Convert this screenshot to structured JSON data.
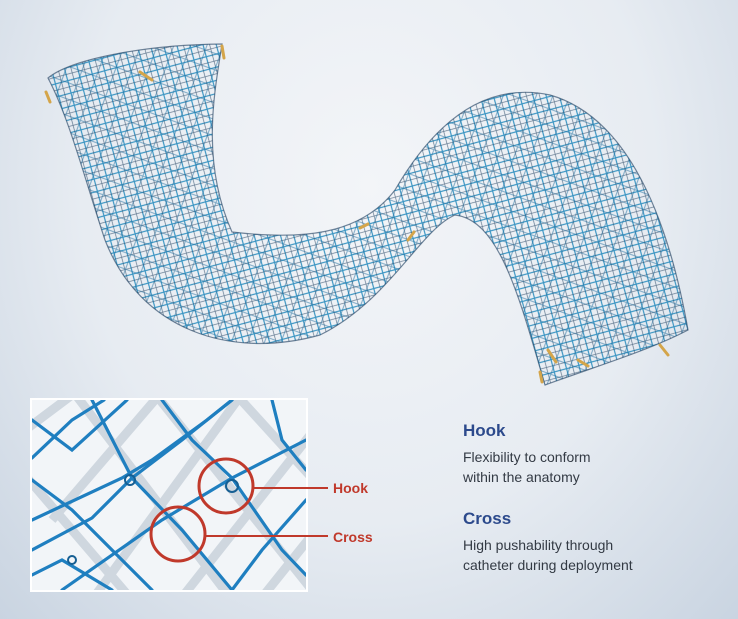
{
  "callouts": {
    "hook_label": "Hook",
    "cross_label": "Cross"
  },
  "features": [
    {
      "title": "Hook",
      "description_line1": "Flexibility to conform",
      "description_line2": "within the anatomy"
    },
    {
      "title": "Cross",
      "description_line1": "High pushability through",
      "description_line2": "catheter during deployment"
    }
  ],
  "colors": {
    "wire_blue": "#2f8fbf",
    "wire_dark": "#1a3a5c",
    "marker_gold": "#d4a54a",
    "callout_red": "#c0392b",
    "heading_blue": "#2c4a8c"
  }
}
